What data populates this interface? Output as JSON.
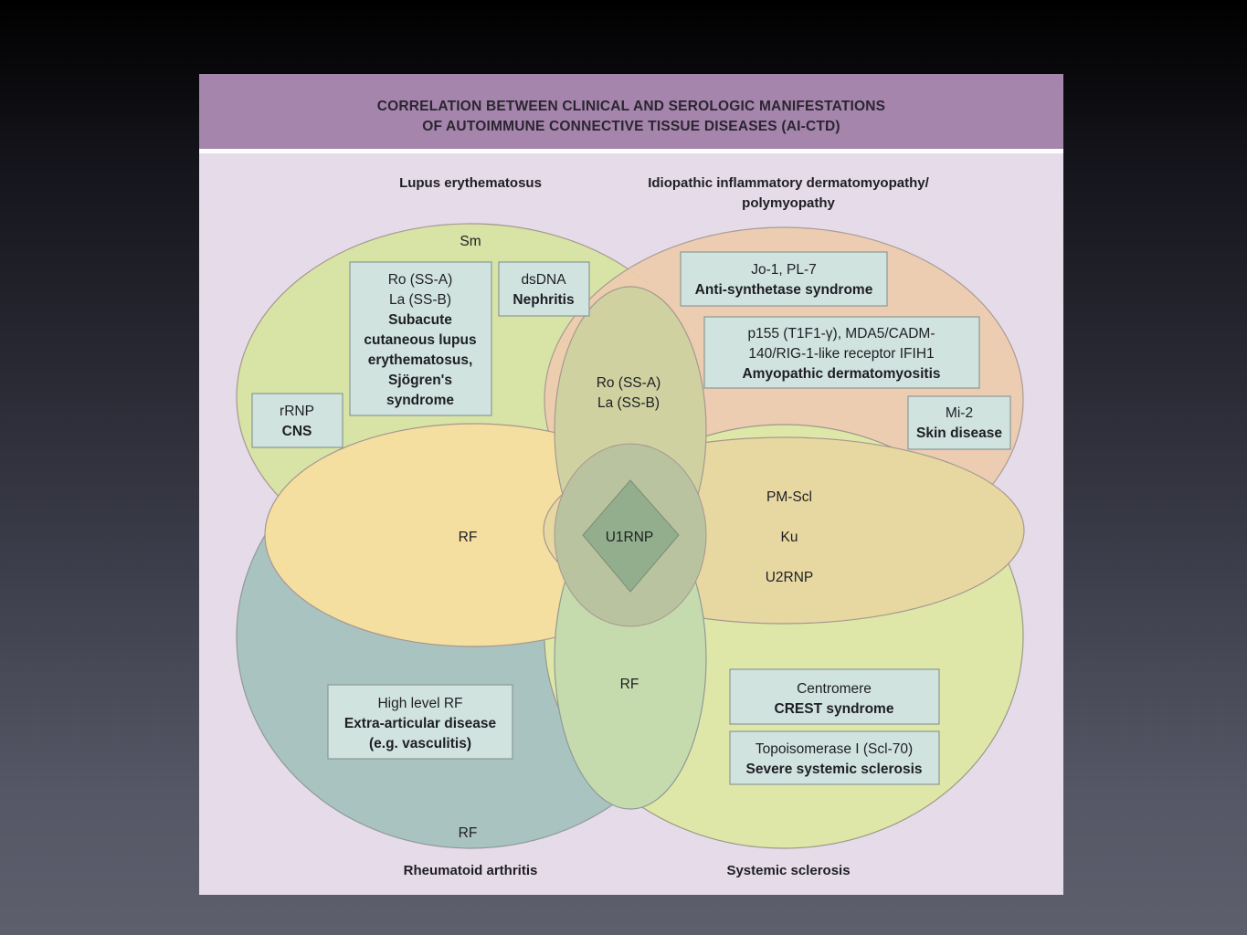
{
  "header": {
    "line1": "CORRELATION BETWEEN CLINICAL AND SEROLOGIC MANIFESTATIONS",
    "line2": "OF AUTOIMMUNE CONNECTIVE TISSUE DISEASES (AI-CTD)"
  },
  "diseases": {
    "lupus": "Lupus erythematosus",
    "idiopathic_line1": "Idiopathic inflammatory dermatomyopathy/",
    "idiopathic_line2": "polymyopathy",
    "rheumatoid": "Rheumatoid arthritis",
    "systemic_sclerosis": "Systemic sclerosis"
  },
  "colors": {
    "lupus_circle": "#d8e3a6",
    "idiopathic_circle": "#eecdb0",
    "rheumatoid_circle": "#a9c3c1",
    "sclerosis_circle": "#dfe7a8",
    "lupus_ra_overlap": "#f4dea0",
    "idiopathic_ss_overlap": "#e7d8a2",
    "center": "#92ae8c",
    "box_fill": "#d0e3df"
  },
  "labels": {
    "sm": "Sm",
    "ro_la_center_1": "Ro (SS-A)",
    "ro_la_center_2": "La (SS-B)",
    "rf_left": "RF",
    "u1rnp": "U1RNP",
    "pm_scl": "PM-Scl",
    "ku": "Ku",
    "u2rnp": "U2RNP",
    "rf_lower": "RF",
    "rf_bottom": "RF"
  },
  "boxes": {
    "ro_la": [
      "Ro (SS-A)",
      "La (SS-B)",
      "Subacute",
      "cutaneous lupus",
      "erythematosus,",
      "Sjögren's",
      "syndrome"
    ],
    "dsdna": [
      "dsDNA",
      "Nephritis"
    ],
    "rrnp": [
      "rRNP",
      "CNS"
    ],
    "jo1": [
      "Jo-1, PL-7",
      "Anti-synthetase syndrome"
    ],
    "p155": [
      "p155 (T1F1-γ), MDA5/CADM-",
      "140/RIG-1-like receptor IFIH1",
      "Amyopathic dermatomyositis"
    ],
    "mi2": [
      "Mi-2",
      "Skin disease"
    ],
    "high_rf": [
      "High level RF",
      "Extra-articular disease",
      "(e.g. vasculitis)"
    ],
    "centromere": [
      "Centromere",
      "CREST syndrome"
    ],
    "topo": [
      "Topoisomerase I (Scl-70)",
      "Severe systemic sclerosis"
    ]
  }
}
